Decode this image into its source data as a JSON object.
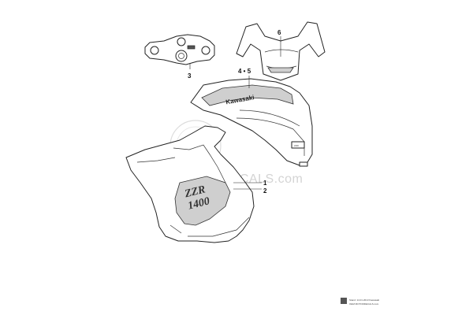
{
  "callouts": {
    "c1": "1",
    "c2": "2",
    "c3": "3",
    "c45": "4 • 5",
    "c6": "6"
  },
  "decal_text": {
    "kawasaki": "Kawasaki",
    "model_top": "ZZR",
    "model_bottom": "1400"
  },
  "watermark": {
    "text": "OEM MOTORDECALS.com"
  },
  "footer": {
    "line1": "Stand: 14.01.2013 Kawasaki",
    "line2": "OEM MOTORDECALS.com"
  },
  "colors": {
    "line": "#222222",
    "decal": "#cfcfcf",
    "watermark": "#d4d4d4"
  }
}
